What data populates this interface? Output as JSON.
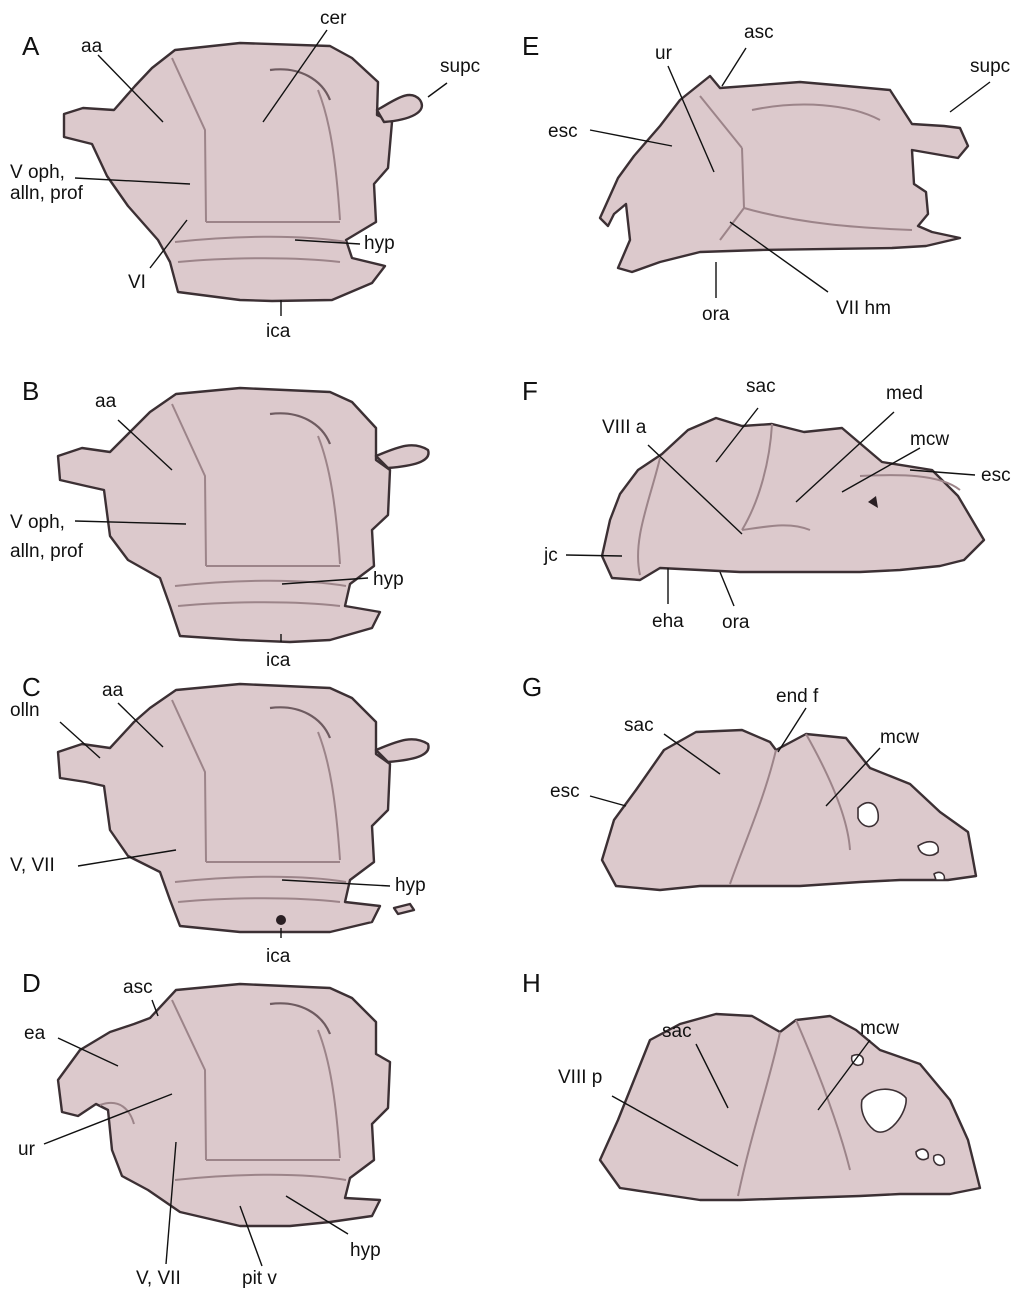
{
  "panels": [
    {
      "letter": "A",
      "labels": {
        "aa": "aa",
        "cer": "cer",
        "supc": "supc",
        "v_oph_1": "V oph,",
        "v_oph_2": "alln, prof",
        "hyp": "hyp",
        "vi": "VI",
        "ica": "ica"
      }
    },
    {
      "letter": "B",
      "labels": {
        "aa": "aa",
        "v_oph_1": "V oph,",
        "v_oph_2": "alln, prof",
        "hyp": "hyp",
        "ica": "ica"
      }
    },
    {
      "letter": "C",
      "labels": {
        "aa": "aa",
        "olln": "olln",
        "v_vii": "V, VII",
        "hyp": "hyp",
        "ica": "ica"
      }
    },
    {
      "letter": "D",
      "labels": {
        "asc": "asc",
        "ea": "ea",
        "ur": "ur",
        "v_vii": "V, VII",
        "pit_v": "pit v",
        "hyp": "hyp"
      }
    },
    {
      "letter": "E",
      "labels": {
        "asc": "asc",
        "ur": "ur",
        "supc": "supc",
        "esc": "esc",
        "ora": "ora",
        "vii_hm": "VII hm"
      }
    },
    {
      "letter": "F",
      "labels": {
        "sac": "sac",
        "med": "med",
        "viii_a": "VIII a",
        "mcw": "mcw",
        "esc": "esc",
        "jc": "jc",
        "eha": "eha",
        "ora": "ora"
      }
    },
    {
      "letter": "G",
      "labels": {
        "end_f": "end f",
        "sac": "sac",
        "mcw": "mcw",
        "esc": "esc"
      }
    },
    {
      "letter": "H",
      "labels": {
        "sac": "sac",
        "mcw": "mcw",
        "viii_p": "VIII p"
      }
    }
  ],
  "colors": {
    "tissue": "#dcc9cc",
    "outline": "#3c3034",
    "background": "#ffffff"
  }
}
